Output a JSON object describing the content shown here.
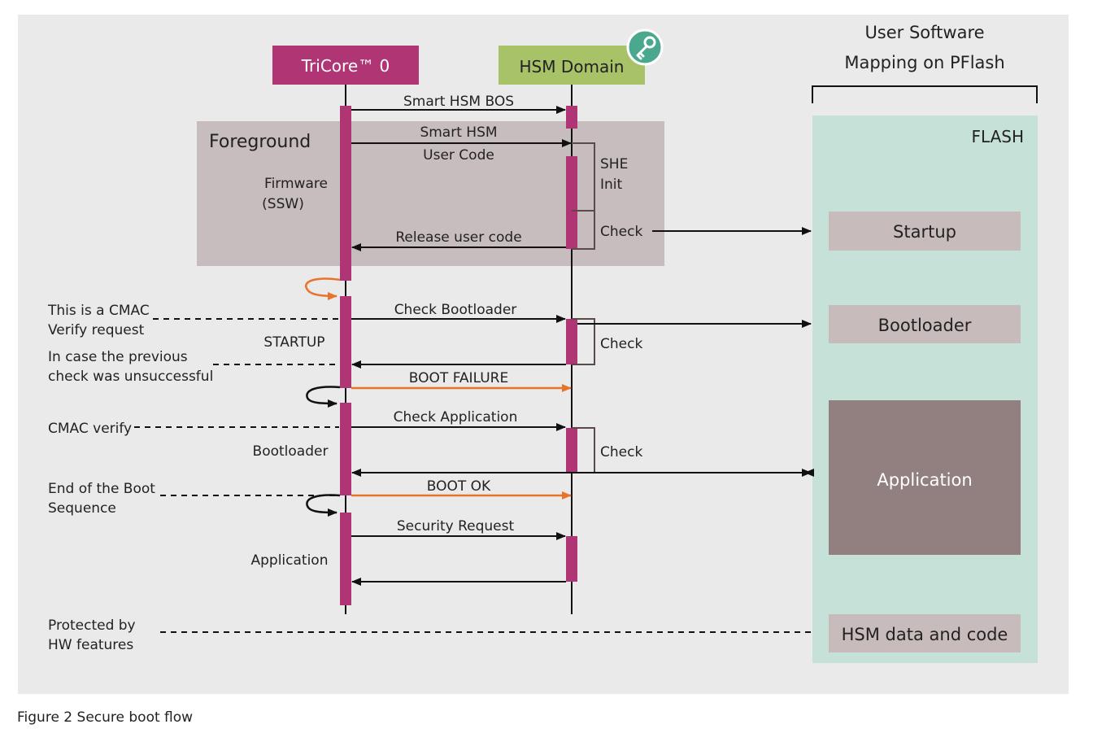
{
  "participants": {
    "tricore": "TriCore™ 0",
    "hsm": "HSM Domain"
  },
  "foreground": {
    "title": "Foreground",
    "firmware": [
      "Firmware",
      "(SSW)"
    ]
  },
  "messages": {
    "smart_hsm_bos": "Smart HSM BOS",
    "smart_hsm_user_code": [
      "Smart HSM",
      "User Code"
    ],
    "she_init": [
      "SHE",
      "Init"
    ],
    "check": "Check",
    "release_user_code": "Release user code",
    "check_bootloader": "Check Bootloader",
    "boot_failure": "BOOT FAILURE",
    "check_application": "Check Application",
    "boot_ok": "BOOT OK",
    "security_request": "Security Request"
  },
  "phases": {
    "startup": "STARTUP",
    "bootloader": "Bootloader",
    "application": "Application"
  },
  "notes": {
    "cmac_verify_request": [
      "This is a CMAC",
      "Verify request"
    ],
    "previous_check_unsuccessful": [
      "In case the previous",
      "check was unsuccessful"
    ],
    "cmac_verify": "CMAC verify",
    "end_of_boot": [
      "End of the Boot",
      "Sequence"
    ],
    "protected_by_hw": [
      "Protected by",
      "HW features"
    ]
  },
  "mapping": {
    "title": [
      "User Software",
      "Mapping on PFlash"
    ],
    "flash_label": "FLASH",
    "blocks": {
      "startup": "Startup",
      "bootloader": "Bootloader",
      "application": "Application",
      "hsm_data": "HSM data and code"
    }
  },
  "caption": "Figure 2 Secure boot flow",
  "colors": {
    "background": "#ebeaeb",
    "tricore": "#b03575",
    "hsm": "#a8c268",
    "foreground_box": "#c7bcbe",
    "flash": "#c6e1d8",
    "block_light": "#c8bbbb",
    "block_dark": "#928080",
    "arrow_orange": "#e8742b",
    "key_badge": "#4aa88f"
  },
  "icons": {
    "hsm_badge": "key-icon"
  }
}
